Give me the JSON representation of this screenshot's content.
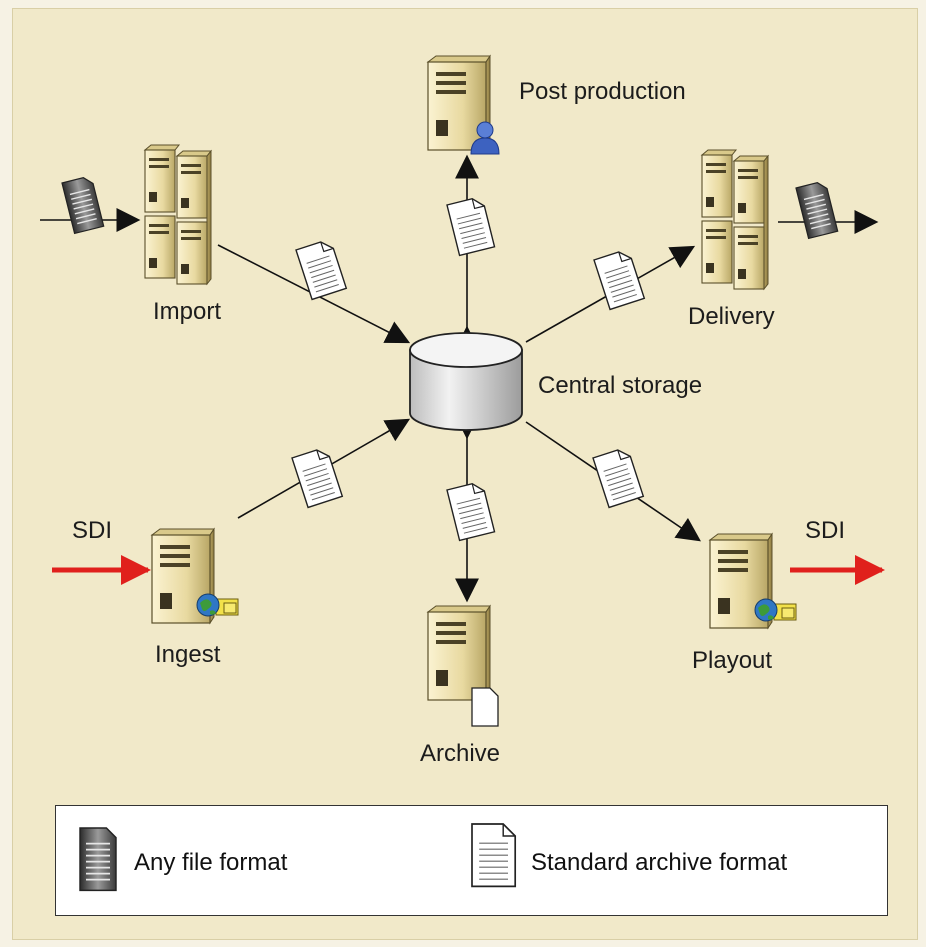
{
  "nodes": {
    "post_production": "Post production",
    "import": "Import",
    "delivery": "Delivery",
    "central_storage": "Central storage",
    "ingest": "Ingest",
    "playout": "Playout",
    "archive": "Archive"
  },
  "signals": {
    "sdi_in": "SDI",
    "sdi_out": "SDI"
  },
  "legend": {
    "any_file_format": "Any file format",
    "standard_archive_format": "Standard archive format"
  },
  "colors": {
    "sdi_arrow": "#e0201c",
    "server_body": "#efe2b0",
    "storage_body": "#e3e3e3",
    "background": "#f1e9c9"
  }
}
